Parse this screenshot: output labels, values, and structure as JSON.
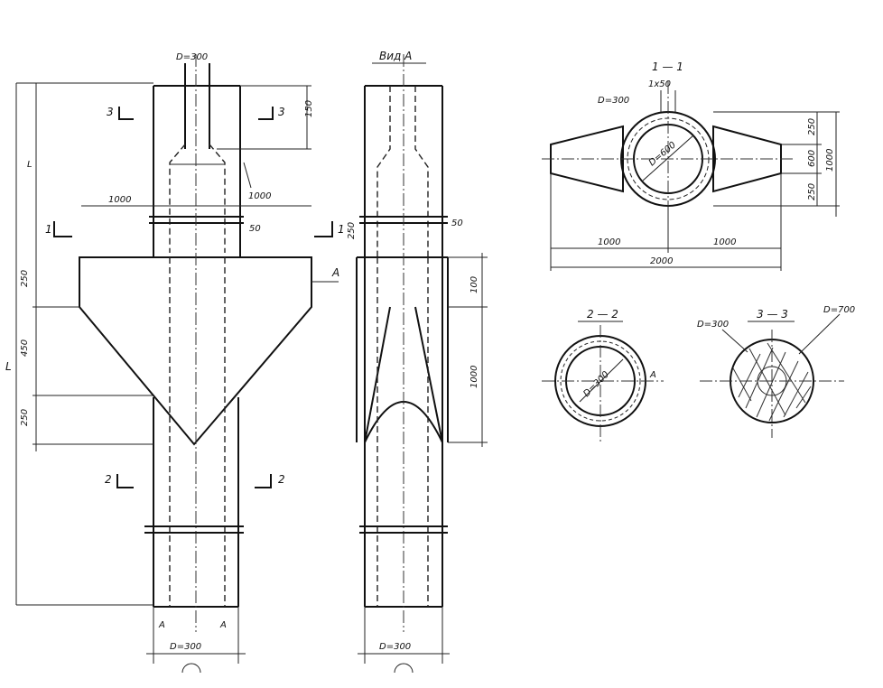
{
  "drawing": {
    "front_view": {
      "top_label": "D=300",
      "dim_right_top": "150",
      "dim_short": "50",
      "dim_shaft_mid": "1000",
      "dim_cone": "1000",
      "dim_width": "1000",
      "dim_left_top": "L",
      "dim_left_total": "L",
      "dim_left_1": "250",
      "dim_left_2": "450",
      "dim_left_3": "250",
      "bottom_label": "D=300",
      "section_marks": [
        "3",
        "3",
        "1",
        "1",
        "2",
        "2",
        "A",
        "A",
        "A"
      ]
    },
    "side_view": {
      "title": "Вид А",
      "dim_top": "50",
      "dim_right_1": "100",
      "dim_right_2": "1000",
      "dim_left": "250",
      "bottom_label": "D=300"
    },
    "section_1": {
      "title": "1 — 1",
      "top_label": "1x50",
      "pipe_label": "D=300",
      "inner_label": "D=600",
      "dim_r1": "250",
      "dim_r2": "600",
      "dim_r3": "250",
      "dim_right_total": "1000",
      "dim_left": "1000",
      "dim_right": "1000",
      "dim_total": "2000"
    },
    "section_2": {
      "title": "2 — 2",
      "inner_label": "D=300",
      "mark": "A"
    },
    "section_3": {
      "title": "3 — 3",
      "left_label": "D=300",
      "right_label": "D=700"
    }
  }
}
